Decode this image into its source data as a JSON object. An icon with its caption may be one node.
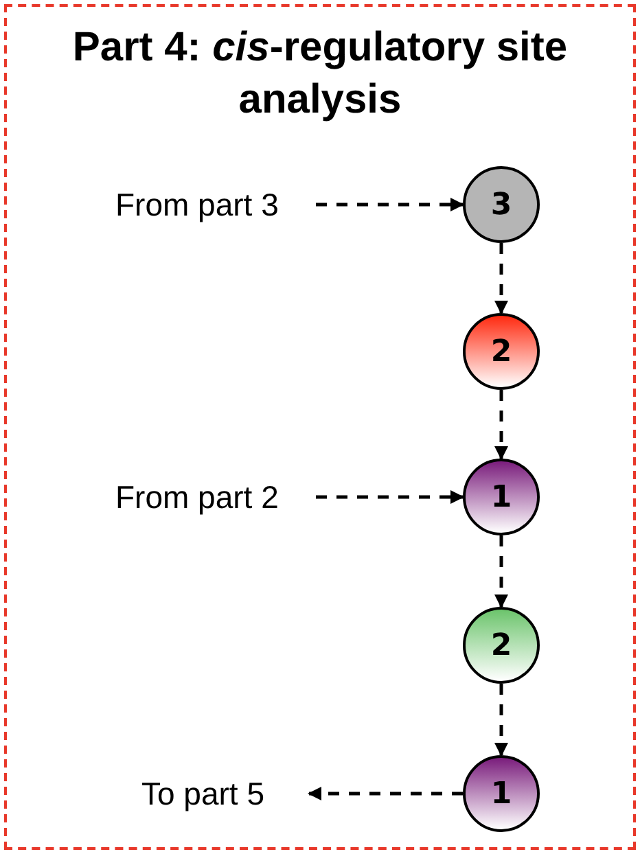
{
  "diagram": {
    "title": "Part 4: *cis*-regulatory site analysis",
    "nodes": [
      {
        "text": [
          "From part 3"
        ]
      },
      {
        "text": [
          "3"
        ]
      },
      {
        "text": [
          "2"
        ]
      },
      {
        "text": [
          "From part 2"
        ]
      },
      {
        "text": [
          "1"
        ]
      },
      {
        "text": [
          "2"
        ]
      },
      {
        "text": [
          "1"
        ]
      },
      {
        "text": [
          "To part 5"
        ]
      }
    ],
    "edges": [
      {
        "from": 0,
        "to": 1,
        "arrow": "to",
        "style": "dashed"
      },
      {
        "from": 1,
        "to": 2,
        "arrow": "to",
        "style": "dashed"
      },
      {
        "from": 2,
        "to": 4,
        "arrow": "to",
        "style": "dashed"
      },
      {
        "from": 3,
        "to": 4,
        "arrow": "to",
        "style": "dashed"
      },
      {
        "from": 4,
        "to": 5,
        "arrow": "to",
        "style": "dashed"
      },
      {
        "from": 5,
        "to": 6,
        "arrow": "to",
        "style": "dashed"
      },
      {
        "from": 6,
        "to": 7,
        "arrow": "to",
        "style": "dashed"
      }
    ]
  }
}
